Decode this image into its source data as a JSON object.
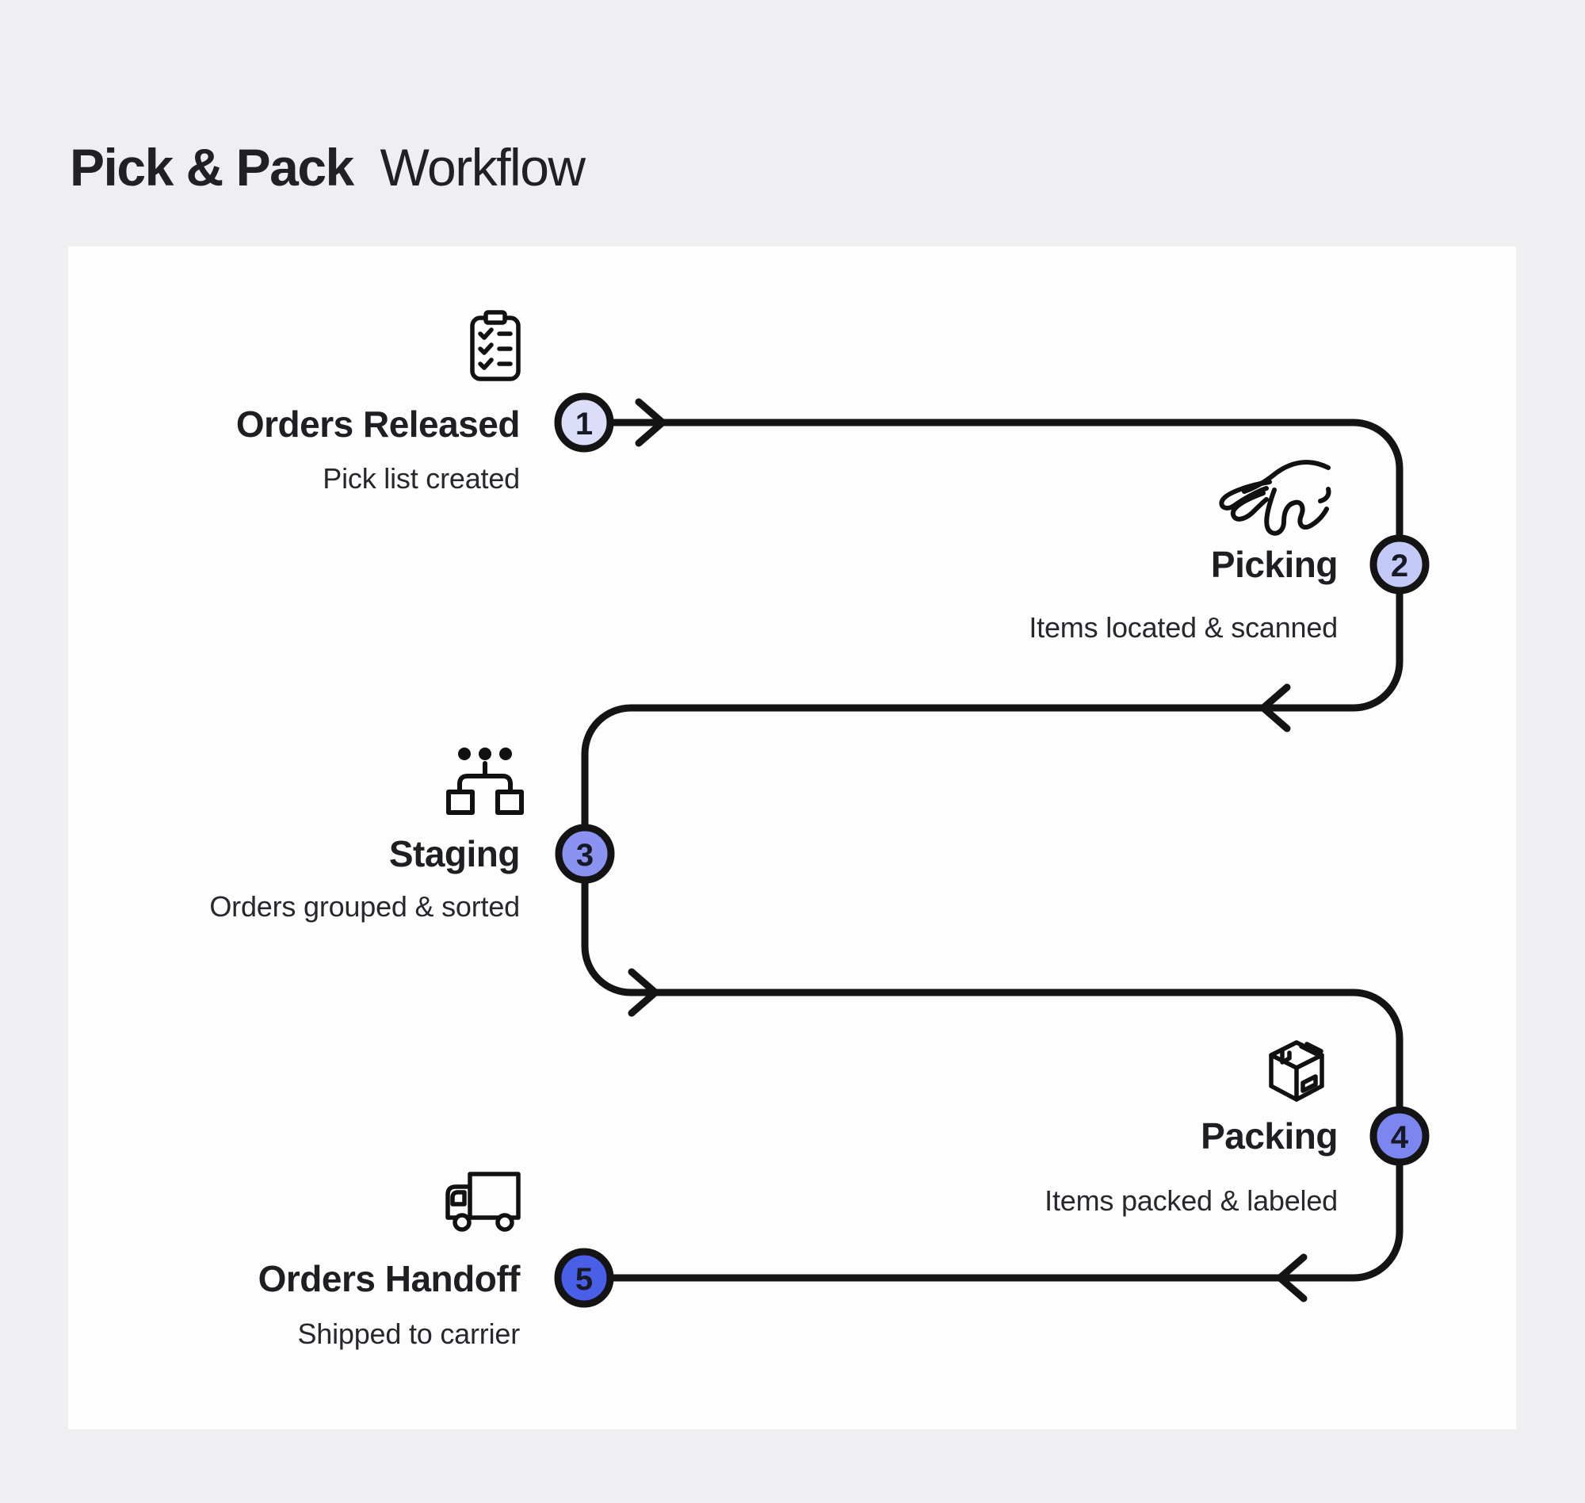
{
  "page": {
    "title_bold": "Pick & Pack",
    "title_regular": "Workflow"
  },
  "colors": {
    "background": "#efeff1",
    "card": "#fdfdfd",
    "line": "#141414",
    "text": "#1d1f23",
    "badge_number": "#171a24"
  },
  "steps": [
    {
      "number": "1",
      "title": "Orders Released",
      "subtitle": "Pick list created",
      "icon": "checklist-clipboard-icon",
      "badge_fill": "#dbddf9"
    },
    {
      "number": "2",
      "title": "Picking",
      "subtitle": "Items located & scanned",
      "icon": "picking-hand-icon",
      "badge_fill": "#c4caf7"
    },
    {
      "number": "3",
      "title": "Staging",
      "subtitle": "Orders grouped & sorted",
      "icon": "hierarchy-sort-icon",
      "badge_fill": "#8a93f0"
    },
    {
      "number": "4",
      "title": "Packing",
      "subtitle": "Items packed & labeled",
      "icon": "package-box-icon",
      "badge_fill": "#7b86f1"
    },
    {
      "number": "5",
      "title": "Orders Handoff",
      "subtitle": "Shipped to carrier",
      "icon": "delivery-truck-icon",
      "badge_fill": "#4a5fe8"
    }
  ]
}
